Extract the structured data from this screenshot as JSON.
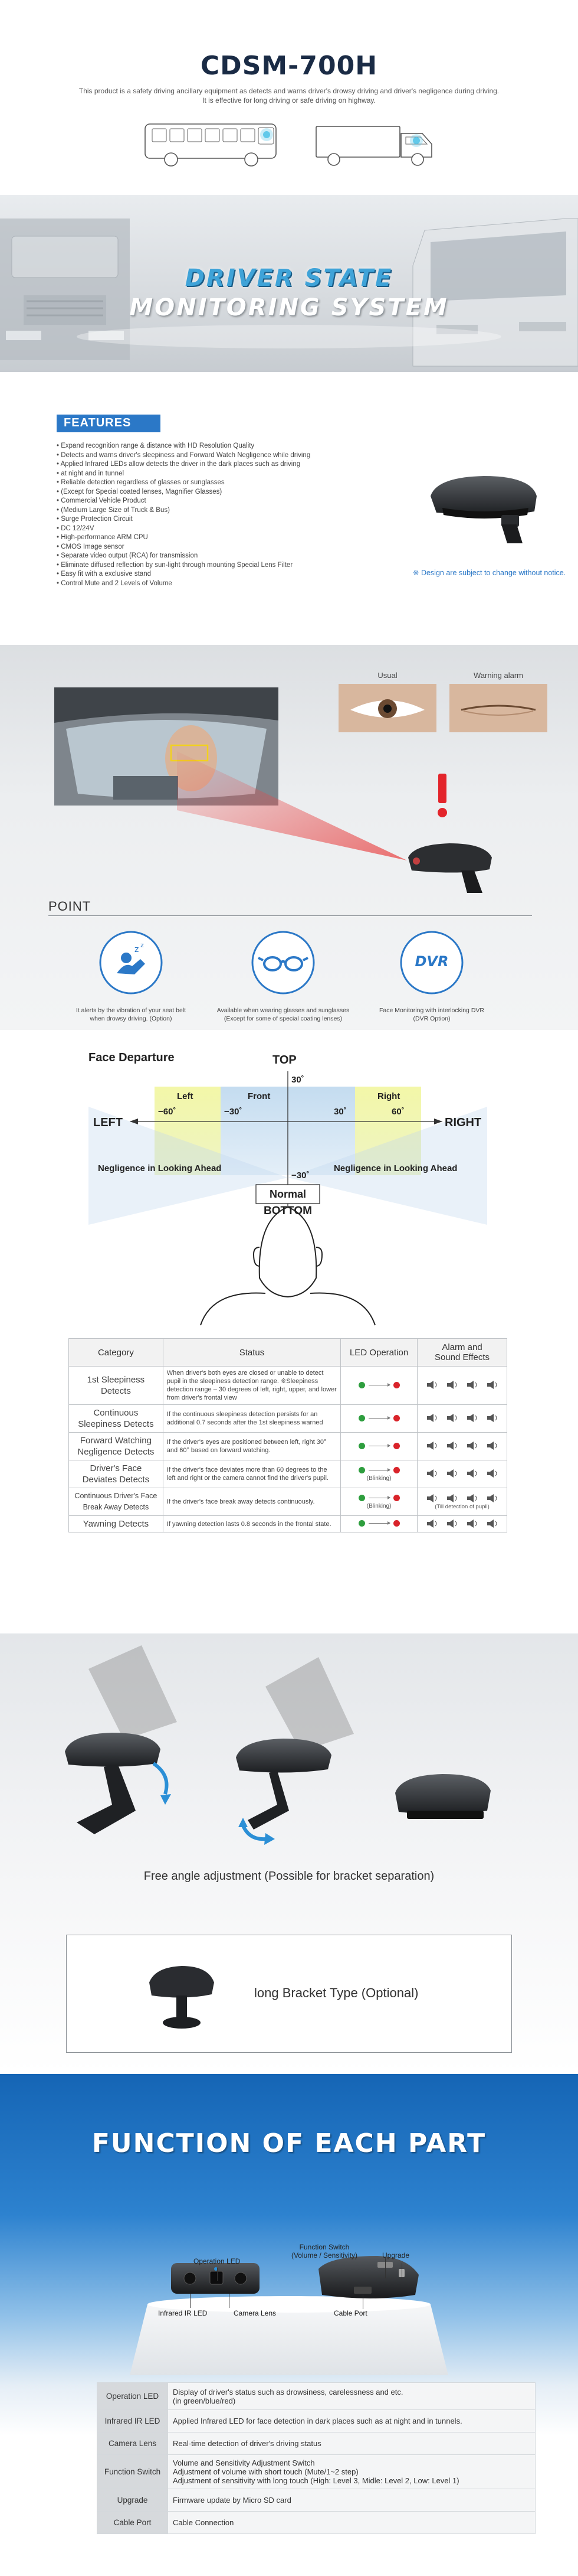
{
  "header": {
    "model": "CDSM-700H",
    "intro_line1": "This product is a safety driving ancillary equipment as detects and warns driver's drowsy driving and driver's negligence during driving.",
    "intro_line2": "It is effective for long driving or safe driving on highway."
  },
  "banner": {
    "title_line1": "DRIVER STATE",
    "title_line2": "MONITORING SYSTEM"
  },
  "features": {
    "heading": "FEATURES",
    "items": [
      "Expand recognition range & distance with HD Resolution Quality",
      "Detects and warns driver's sleepiness and Forward Watch Negligence while driving",
      "Applied Infrared LEDs allow detects the driver in the dark places such as driving",
      "at night and in tunnel",
      "Reliable detection regardless of glasses or sunglasses",
      "(Except for Special coated lenses, Magnifier Glasses)",
      "Commercial Vehicle Product",
      "(Medium Large Size of Truck & Bus)",
      "Surge Protection Circuit",
      "DC 12/24V",
      "High-performance ARM CPU",
      "CMOS Image sensor",
      "Separate video output (RCA) for transmission",
      "Eliminate diffused reflection by sun-light through mounting Special Lens Filter",
      "Easy fit with a exclusive stand",
      "Control Mute and 2 Levels of Volume"
    ],
    "note": "※ Design are subject to change without notice."
  },
  "detection": {
    "usual_label": "Usual",
    "warning_label": "Warning alarm",
    "point_label": "POINT",
    "points": [
      {
        "icon": "sleep-vibration-icon",
        "line1": "It alerts by the vibration of your seat belt",
        "line2": "when drowsy driving. (Option)"
      },
      {
        "icon": "glasses-icon",
        "line1": "Available when wearing glasses and sunglasses",
        "line2": "(Except for some of special coating lenses)"
      },
      {
        "icon": "dvr-icon",
        "icon_text": "DVR",
        "line1": "Face Monitoring with interlocking DVR",
        "line2": "(DVR Option)"
      }
    ]
  },
  "face_departure": {
    "title": "Face Departure",
    "top": "TOP",
    "bottom": "BOTTOM",
    "left": "LEFT",
    "right": "RIGHT",
    "zone_left": "Left",
    "zone_front": "Front",
    "zone_right": "Right",
    "deg_m60": "−60˚",
    "deg_m30": "−30˚",
    "deg_30": "30˚",
    "deg_60": "60˚",
    "deg_top30": "30˚",
    "deg_bottom_m30": "−30˚",
    "normal": "Normal",
    "neg_left": "Negligence in Looking Ahead",
    "neg_right": "Negligence in Looking Ahead"
  },
  "status_table": {
    "headers": {
      "category": "Category",
      "status": "Status",
      "led": "LED Operation",
      "alarm_l1": "Alarm and",
      "alarm_l2": "Sound Effects"
    },
    "rows": [
      {
        "cat_l1": "1st Sleepiness",
        "cat_l2": "Detects",
        "status": "When driver's both eyes are closed or unable to detect pupil in the sleepiness detection range. ※Sleepiness detection range – 30 degrees of left, right, upper, and lower from driver's frontal view",
        "led_note": "",
        "snd_note": ""
      },
      {
        "cat_l1": "Continuous",
        "cat_l2": "Sleepiness Detects",
        "status": "If the continuous sleepiness detection persists for an additional 0.7 seconds after the 1st sleepiness warned",
        "led_note": "",
        "snd_note": ""
      },
      {
        "cat_l1": "Forward Watching",
        "cat_l2": "Negligence Detects",
        "status": "If the driver's eyes are positioned between left, right 30° and 60° based on forward watching.",
        "led_note": "",
        "snd_note": ""
      },
      {
        "cat_l1": "Driver's Face",
        "cat_l2": "Deviates Detects",
        "status": "If the driver's face deviates more than 60 degrees to the left and right or the camera cannot find the driver's pupil.",
        "led_note": "(Blinking)",
        "snd_note": ""
      },
      {
        "cat_l1": "Continuous Driver's Face",
        "cat_l2": "Break Away Detects",
        "status": "If the driver's face break away detects continuously.",
        "led_note": "(Blinking)",
        "snd_note": "(Till detection of pupil)"
      },
      {
        "cat_l1": "Yawning Detects",
        "cat_l2": "",
        "status": "If yawning detection lasts 0.8 seconds in the frontal state.",
        "led_note": "",
        "snd_note": ""
      }
    ],
    "colors": {
      "green": "#2e9e3e",
      "red": "#d9232a"
    }
  },
  "bracket": {
    "caption": "Free angle adjustment (Possible for bracket separation)",
    "long_bracket": "long Bracket Type (Optional)"
  },
  "function": {
    "title": "FUNCTION OF EACH PART",
    "labels": {
      "operation_led": "Operation LED",
      "function_switch_l1": "Function Switch",
      "function_switch_l2": "(Volume / Sensitivity)",
      "upgrade": "Upgrade",
      "infrared": "Infrared IR LED",
      "camera": "Camera Lens",
      "cable": "Cable Port"
    },
    "rows": [
      {
        "name": "Operation LED",
        "desc_l1": "Display of driver's status such as drowsiness, carelessness and etc.",
        "desc_l2": "(in green/blue/red)"
      },
      {
        "name": "Infrared IR LED",
        "desc_l1": "Applied Infrared LED for face detection in dark places such as at night and in tunnels.",
        "desc_l2": ""
      },
      {
        "name": "Camera Lens",
        "desc_l1": "Real-time detection of driver's driving status",
        "desc_l2": ""
      },
      {
        "name": "Function Switch",
        "desc_l1": "Volume and Sensitivity Adjustment Switch",
        "desc_l2": "Adjustment of volume with short touch (Mute/1~2 step)",
        "desc_l3": "Adjustment of sensitivity with long touch (High: Level 3, Midle: Level 2, Low: Level 1)"
      },
      {
        "name": "Upgrade",
        "desc_l1": "Firmware update by Micro SD card",
        "desc_l2": ""
      },
      {
        "name": "Cable Port",
        "desc_l1": "Cable Connection",
        "desc_l2": ""
      }
    ]
  },
  "colors": {
    "accent": "#2b78c7",
    "navy": "#1a2b45"
  }
}
